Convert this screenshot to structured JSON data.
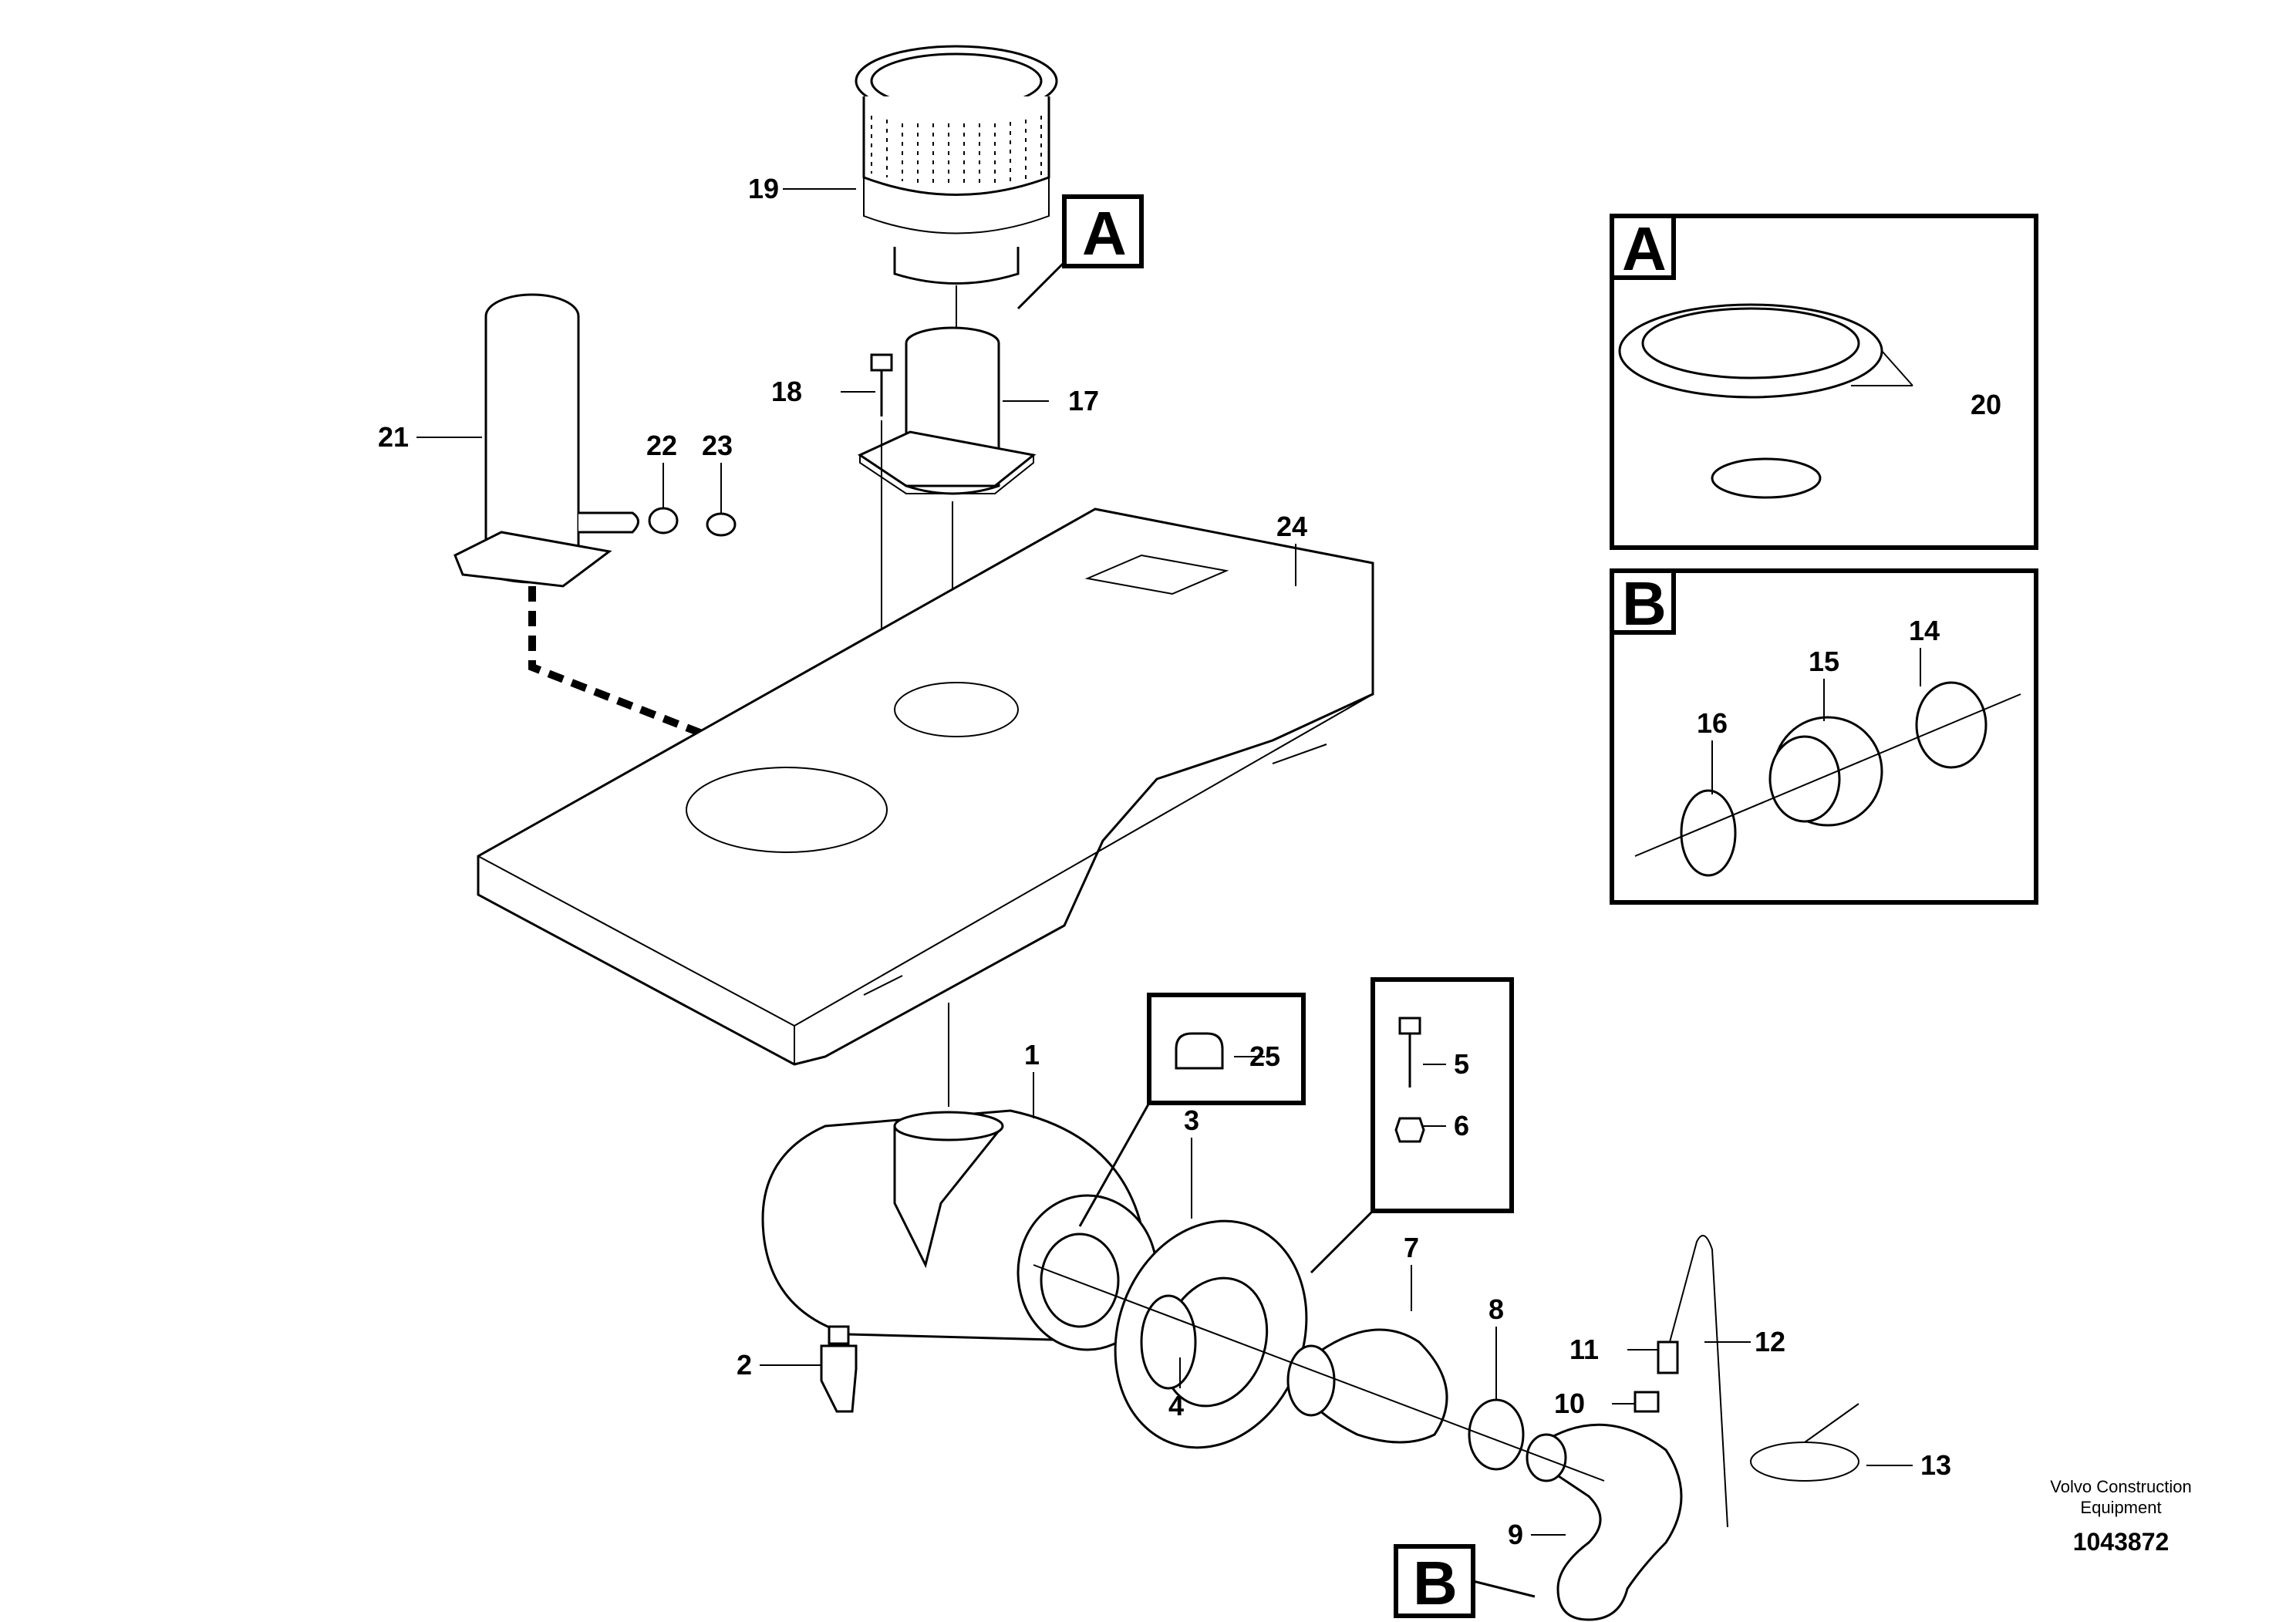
{
  "callouts": {
    "c1": "1",
    "c2": "2",
    "c3": "3",
    "c4": "4",
    "c5": "5",
    "c6": "6",
    "c7": "7",
    "c8": "8",
    "c9": "9",
    "c10": "10",
    "c11": "11",
    "c12": "12",
    "c13": "13",
    "c14": "14",
    "c15": "15",
    "c16": "16",
    "c17": "17",
    "c18": "18",
    "c19": "19",
    "c20": "20",
    "c21": "21",
    "c22": "22",
    "c23": "23",
    "c24": "24",
    "c25": "25"
  },
  "detail_labels": {
    "a": "A",
    "b": "B"
  },
  "footer": {
    "manufacturer_line1": "Volvo Construction",
    "manufacturer_line2": "Equipment",
    "drawing_number": "1043872"
  }
}
